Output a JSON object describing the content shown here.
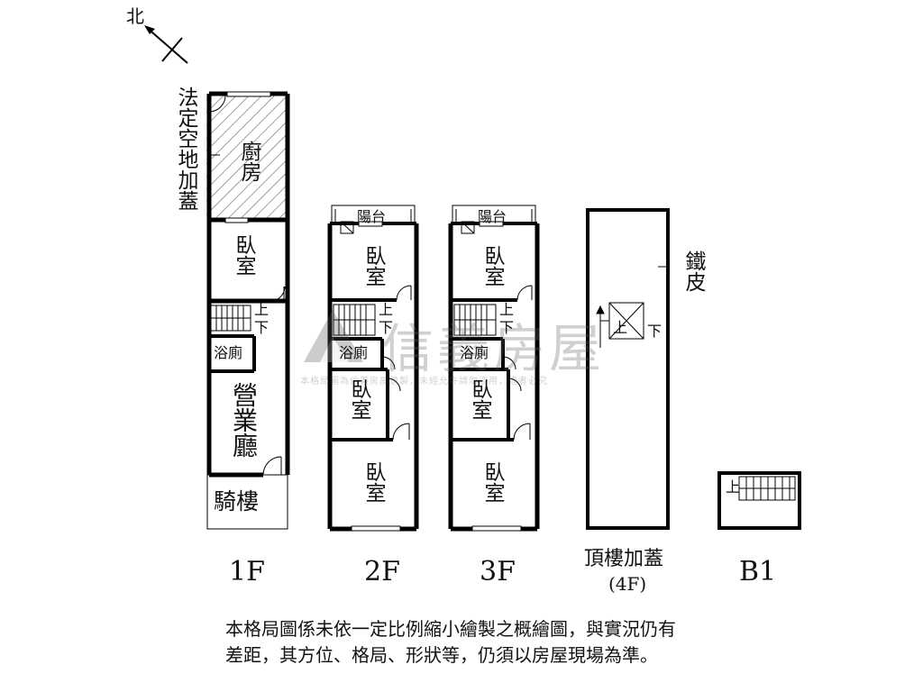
{
  "compass": {
    "label": "北"
  },
  "floors": {
    "f1": {
      "label": "1F",
      "side_note": "法定空地加蓋",
      "rooms": {
        "kitchen": "廚房",
        "bedroom": "臥室",
        "bath": "浴廁",
        "hall": "營業廳",
        "arcade": "騎樓"
      },
      "stairs": {
        "up": "上",
        "down": "下"
      }
    },
    "f2": {
      "label": "2F",
      "rooms": {
        "balcony": "陽台",
        "bedroom_front": "臥室",
        "bath": "浴廁",
        "bedroom_mid": "臥室",
        "bedroom_back": "臥室"
      },
      "stairs": {
        "up": "上",
        "down": "下"
      }
    },
    "f3": {
      "label": "3F",
      "rooms": {
        "balcony": "陽台",
        "bedroom_front": "臥室",
        "bath": "浴廁",
        "bedroom_mid": "臥室",
        "bedroom_back": "臥室"
      },
      "stairs": {
        "up": "上",
        "down": "下"
      }
    },
    "f4": {
      "label": "頂樓加蓋",
      "sublabel": "(4F)",
      "side_note": "鐵皮",
      "stairs": {
        "up": "上",
        "down": "下"
      }
    },
    "b1": {
      "label": "B1",
      "stairs": {
        "up": "上"
      }
    }
  },
  "watermark": {
    "brand": "信義房屋",
    "sub": "本格局圖為信義房屋繪製，未經允許請勿盜用，違者必究"
  },
  "disclaimer": "本格局圖係未依一定比例縮小繪製之概繪圖，與實況仍有差距，其方位、格局、形狀等，仍須以房屋現場為準。"
}
